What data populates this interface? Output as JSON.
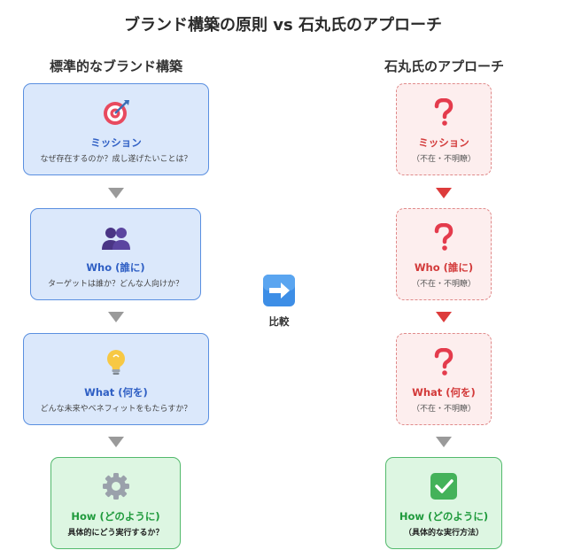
{
  "title": "ブランド構築の原則 vs 石丸氏のアプローチ",
  "left": {
    "heading": "標準的なブランド構築",
    "boxes": [
      {
        "head": "ミッション",
        "sub": "なぜ存在するのか？成し遂げたいことは？",
        "icon": "target-icon"
      },
      {
        "head": "Who (誰に)",
        "sub": "ターゲットは誰か？どんな人向けか？",
        "icon": "people-icon"
      },
      {
        "head": "What (何を)",
        "sub": "どんな未来やベネフィットをもたらすか？",
        "icon": "lightbulb-icon"
      },
      {
        "head": "How (どのように)",
        "sub": "具体的にどう実行するか？",
        "icon": "gear-icon"
      }
    ]
  },
  "compare": {
    "label": "比較",
    "icon": "right-arrow-icon"
  },
  "right": {
    "heading": "石丸氏のアプローチ",
    "boxes": [
      {
        "head": "ミッション",
        "sub": "（不在・不明瞭）",
        "icon": "question-icon"
      },
      {
        "head": "Who (誰に)",
        "sub": "（不在・不明瞭）",
        "icon": "question-icon"
      },
      {
        "head": "What (何を)",
        "sub": "（不在・不明瞭）",
        "icon": "question-icon"
      },
      {
        "head": "How (どのように)",
        "sub": "（具体的な実行方法）",
        "icon": "check-icon"
      }
    ]
  },
  "colors": {
    "blue": "#5a8fe0",
    "red": "#dd3b3b",
    "green": "#52b96c",
    "arrow_gray": "#9a9a9a"
  }
}
